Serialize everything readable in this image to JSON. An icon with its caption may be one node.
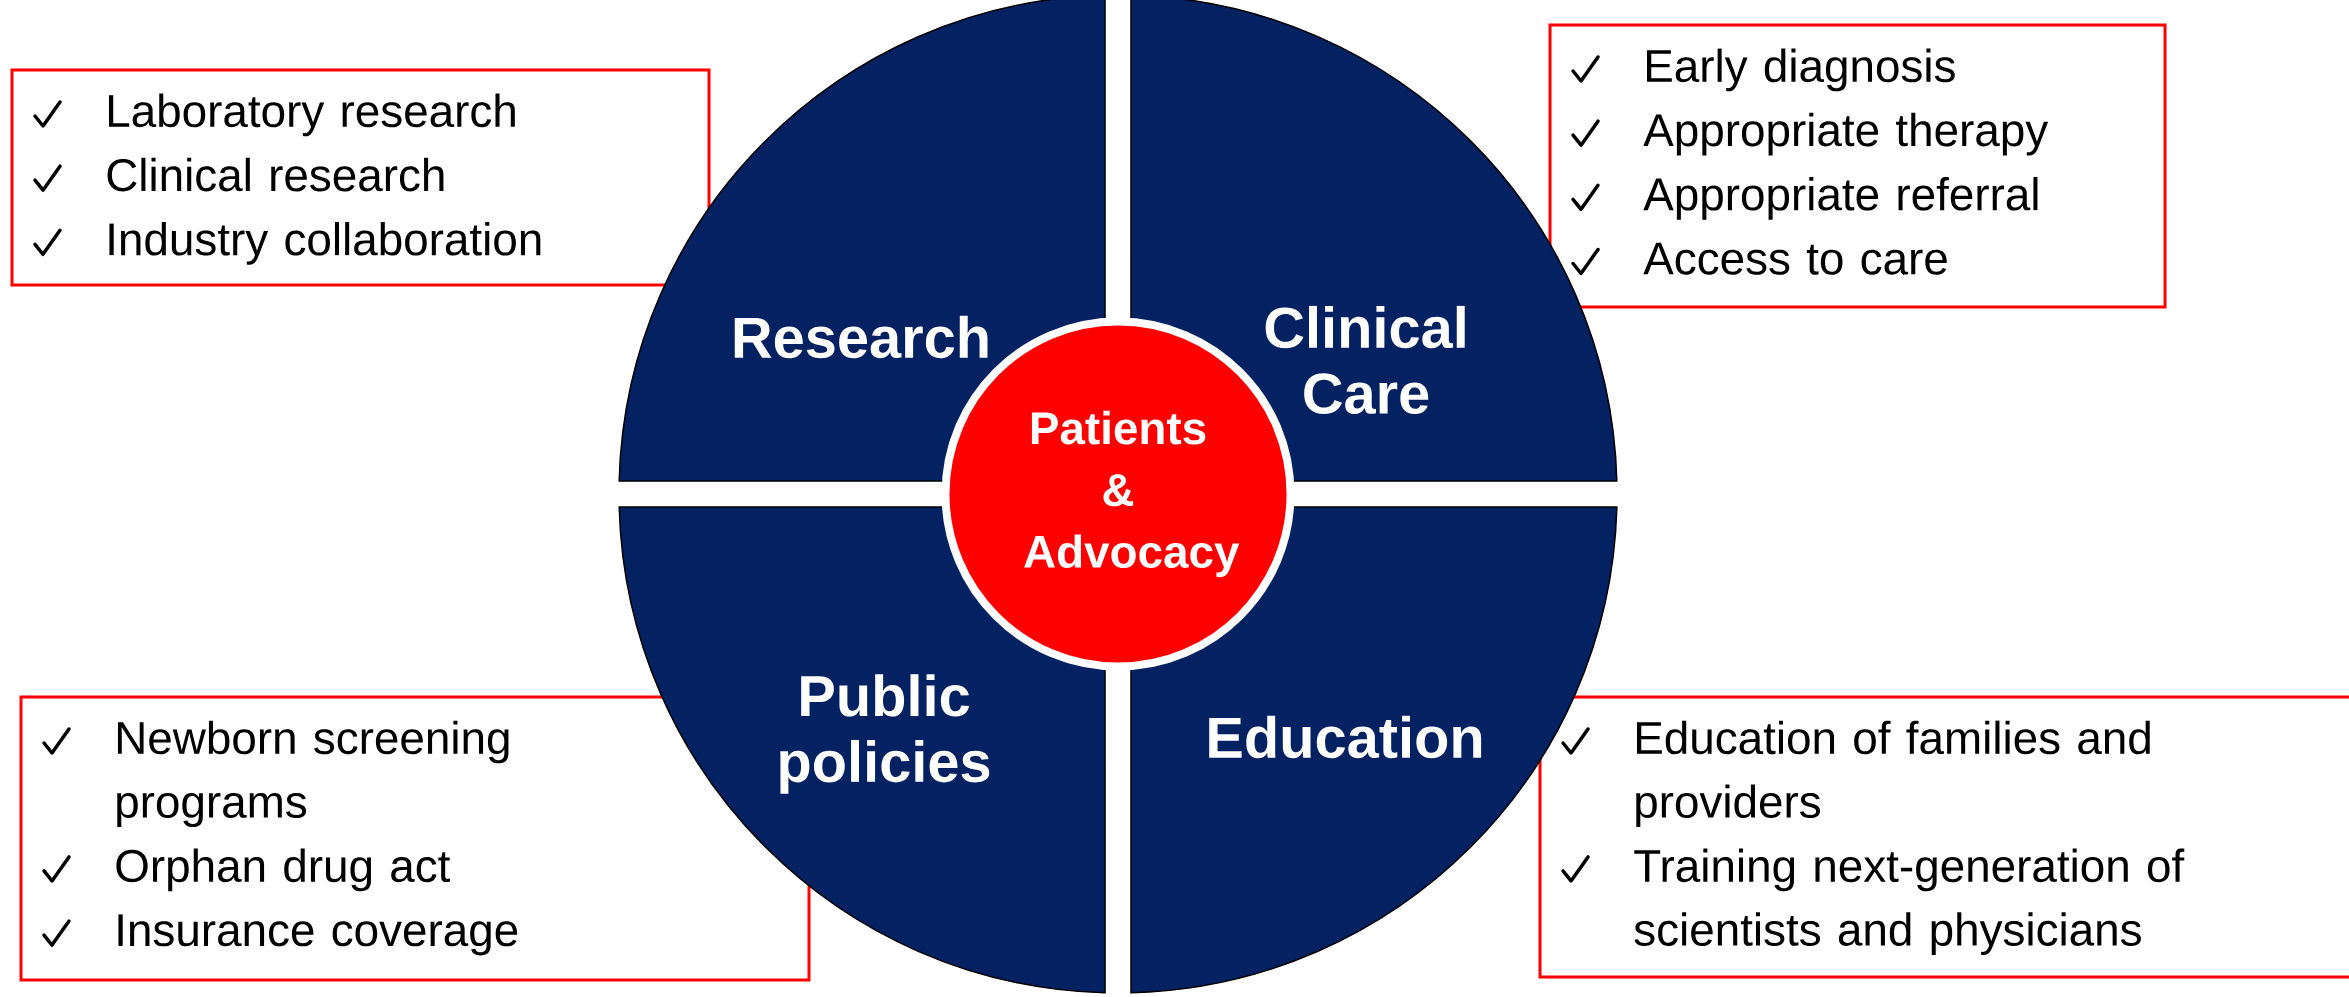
{
  "diagram": {
    "nodes": [
      {
        "text": [
          "Research"
        ]
      },
      {
        "text": [
          "Clinical Care"
        ]
      },
      {
        "text": [
          "Public policies"
        ]
      },
      {
        "text": [
          "Education"
        ]
      },
      {
        "text": [
          "Patients & Advocacy"
        ]
      },
      {
        "text": [
          "Laboratory research",
          "Clinical research",
          "Industry collaboration"
        ]
      },
      {
        "text": [
          "Early diagnosis",
          "Appropriate therapy",
          "Appropriate referral",
          "Access to care"
        ]
      },
      {
        "text": [
          "Newborn screening programs",
          "Orphan drug act",
          "Insurance coverage"
        ]
      },
      {
        "text": [
          "Education of families and providers",
          "Training next-generation of scientists and physicians"
        ]
      }
    ]
  }
}
